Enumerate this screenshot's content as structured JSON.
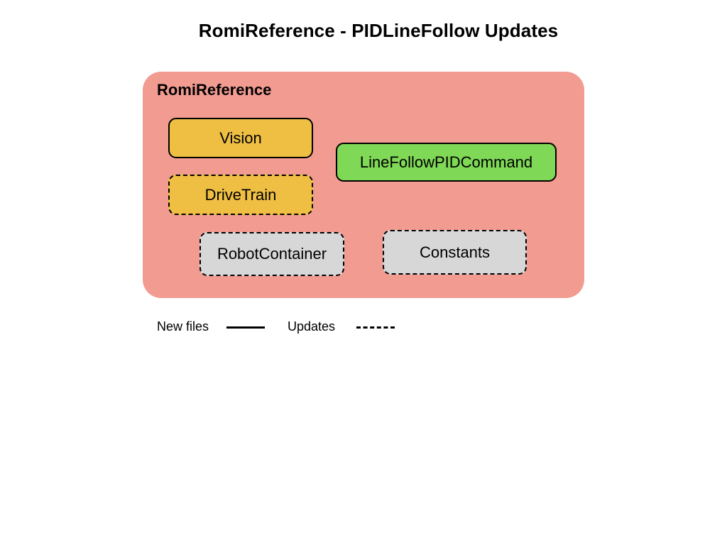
{
  "title": "RomiReference - PIDLineFollow Updates",
  "container": {
    "label": "RomiReference",
    "color": "#f29b91"
  },
  "nodes": [
    {
      "id": "vision",
      "label": "Vision",
      "color": "#efbf43",
      "border": "solid"
    },
    {
      "id": "drivetrain",
      "label": "DriveTrain",
      "color": "#efbf43",
      "border": "dashed"
    },
    {
      "id": "robotcontainer",
      "label": "RobotContainer",
      "color": "#d7d7d7",
      "border": "dashed"
    },
    {
      "id": "linefollowpidcommand",
      "label": "LineFollowPIDCommand",
      "color": "#7fd856",
      "border": "solid"
    },
    {
      "id": "constants",
      "label": "Constants",
      "color": "#d7d7d7",
      "border": "dashed"
    }
  ],
  "legend": {
    "new_files": "New files",
    "updates": "Updates"
  }
}
